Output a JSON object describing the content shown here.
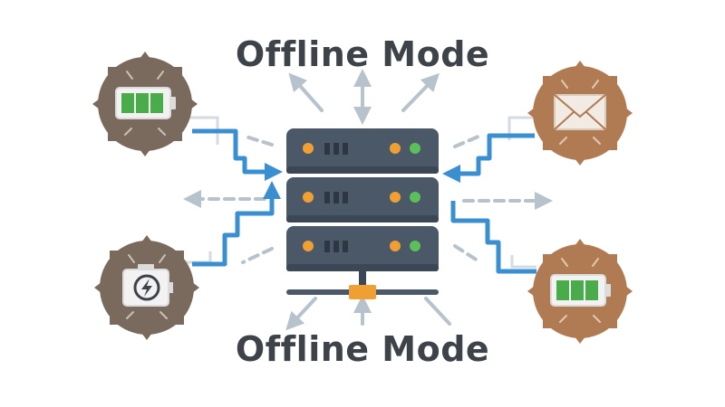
{
  "header": {
    "title": "Offline Mode"
  },
  "footer": {
    "title": "Offline Mode"
  },
  "colors": {
    "server_body": "#4b5868",
    "server_edge": "#3c4755",
    "led_orange": "#f0a033",
    "led_green": "#5cc05a",
    "connector_blue": "#3a8fd0",
    "arrow_gray": "#b6c2cc",
    "badge_dark": "#7a6a5d",
    "badge_copper": "#b07a52",
    "battery_green": "#4aab4a",
    "hub_orange": "#f0a033"
  },
  "nodes": {
    "top_left": {
      "icon": "battery-charged-icon",
      "badge": "gear-badge"
    },
    "bottom_left": {
      "icon": "power-bolt-icon",
      "badge": "gear-badge"
    },
    "top_right": {
      "icon": "envelope-icon",
      "badge": "gear-badge"
    },
    "bottom_right": {
      "icon": "battery-charged-icon",
      "badge": "gear-badge"
    },
    "center": {
      "icon": "server-rack-icon"
    }
  }
}
